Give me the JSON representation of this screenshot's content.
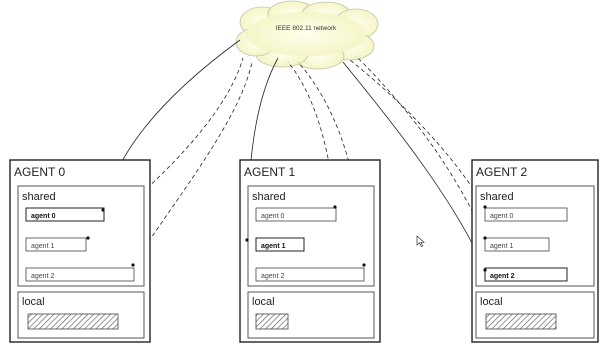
{
  "network": {
    "label": "IEEE 802.11 network"
  },
  "agents": [
    {
      "title": "AGENT 0",
      "shared_label": "shared",
      "local_label": "local",
      "entries": [
        "agent 0",
        "agent 1",
        "agent 2"
      ],
      "own_index": 0
    },
    {
      "title": "AGENT 1",
      "shared_label": "shared",
      "local_label": "local",
      "entries": [
        "agent 0",
        "agent 1",
        "agent 2"
      ],
      "own_index": 1
    },
    {
      "title": "AGENT 2",
      "shared_label": "shared",
      "local_label": "local",
      "entries": [
        "agent 0",
        "agent 1",
        "agent 2"
      ],
      "own_index": 2
    }
  ],
  "colors": {
    "cloud_fill": "#f6f6c8",
    "cloud_stroke": "#b8b8a0",
    "line": "#222222",
    "hatch": "#666666"
  }
}
